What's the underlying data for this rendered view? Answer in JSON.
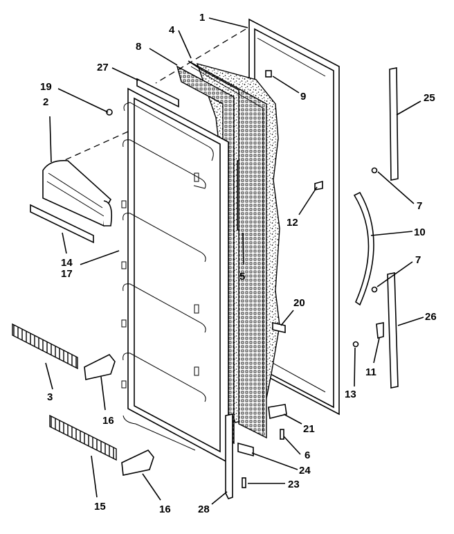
{
  "colors": {
    "ink": "#000000",
    "paper": "#ffffff",
    "foam": "#d9d9d9"
  },
  "callouts": {
    "c1": "1",
    "c2": "2",
    "c3": "3",
    "c4": "4",
    "c5": "5",
    "c6": "6",
    "c7a": "7",
    "c7b": "7",
    "c8": "8",
    "c9": "9",
    "c10": "10",
    "c11": "11",
    "c12": "12",
    "c13": "13",
    "c14": "14",
    "c15": "15",
    "c16a": "16",
    "c16b": "16",
    "c17": "17",
    "c19": "19",
    "c20": "20",
    "c21": "21",
    "c23": "23",
    "c24": "24",
    "c25": "25",
    "c26": "26",
    "c27": "27",
    "c28": "28"
  }
}
